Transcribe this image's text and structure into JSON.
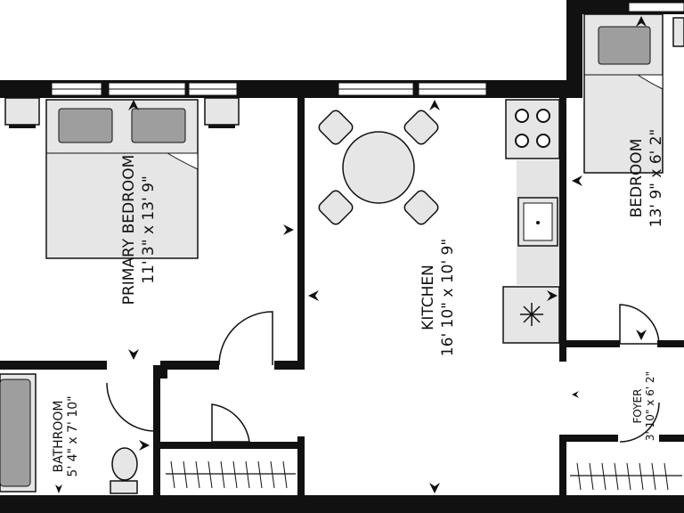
{
  "rooms": {
    "primary_bedroom": {
      "name": "PRIMARY BEDROOM",
      "dims": "11' 3\" x 13' 9\""
    },
    "kitchen": {
      "name": "KITCHEN",
      "dims": "16' 10\" x 10' 9\""
    },
    "bedroom": {
      "name": "BEDROOM",
      "dims": "13' 9\" x 6' 2\""
    },
    "bathroom": {
      "name": "BATHROOM",
      "dims": "5' 4\" x 7' 10\""
    },
    "foyer": {
      "name": "FOYER",
      "dims": "3' 10\" x 6' 2\""
    }
  },
  "colors": {
    "wall": "#111111",
    "fixture_fill": "#e6e6e6",
    "fixture_dark": "#9e9e9e",
    "counter": "#e4e4e4"
  },
  "icons": [
    "bed-icon",
    "nightstand-icon",
    "dining-table-icon",
    "chair-icon",
    "stove-icon",
    "sink-icon",
    "fridge-icon",
    "bathtub-icon",
    "toilet-icon",
    "door-swing-icon",
    "closet-icon",
    "direction-arrow-icon"
  ]
}
